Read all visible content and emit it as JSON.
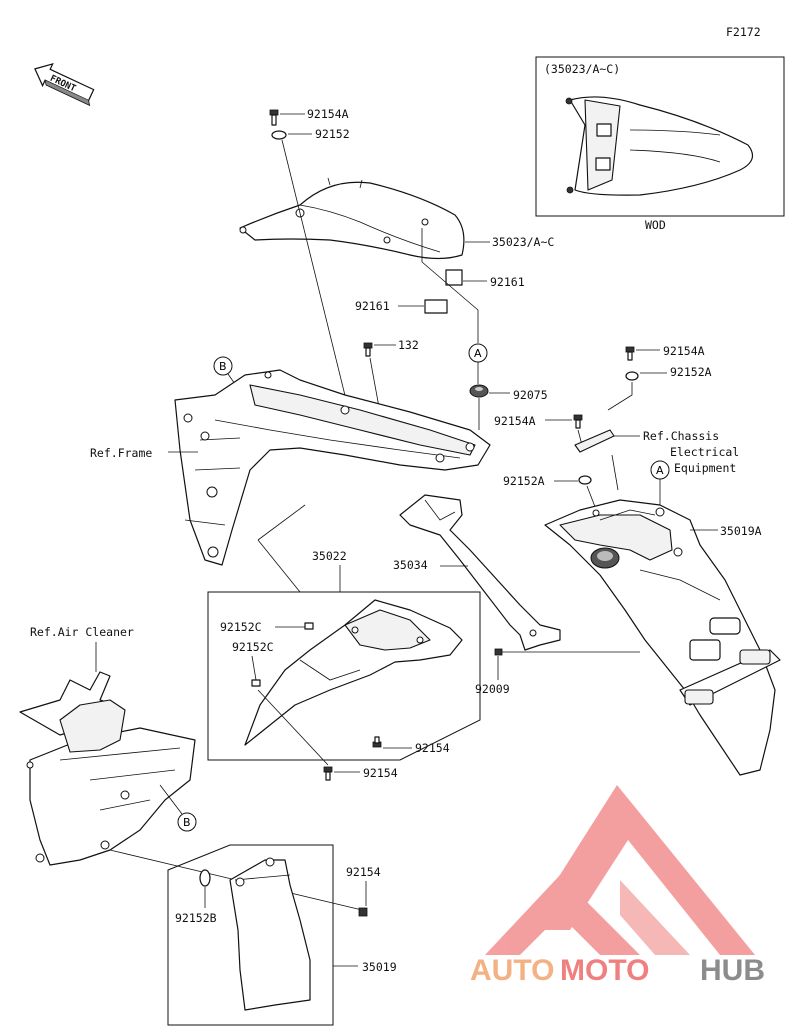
{
  "diagram_code": "F2172",
  "front_label": "FRONT",
  "inset": {
    "title": "(35023/A~C)",
    "caption": "WOD"
  },
  "callouts": {
    "p92154A_top": "92154A",
    "p92152_top": "92152",
    "p35023": "35023/A~C",
    "p92161_a": "92161",
    "p92161_b": "92161",
    "p132": "132",
    "p92075": "92075",
    "p92154A_right": "92154A",
    "p92152A_right": "92152A",
    "p92154A_mid": "92154A",
    "p92152A_mid": "92152A",
    "p35019A": "35019A",
    "p35034": "35034",
    "p35022": "35022",
    "p92152C_a": "92152C",
    "p92152C_b": "92152C",
    "p92154_a": "92154",
    "p92154_b": "92154",
    "p92009": "92009",
    "p92154_c": "92154",
    "p92152B": "92152B",
    "p35019": "35019"
  },
  "references": {
    "frame": "Ref.Frame",
    "air_cleaner": "Ref.Air Cleaner",
    "chassis_line1": "Ref.Chassis",
    "chassis_line2": "Electrical",
    "chassis_line3": "Equipment"
  },
  "markers": {
    "A_top": "A",
    "A_right": "A",
    "B_top": "B",
    "B_left": "B"
  },
  "watermark": {
    "part1": "AUTO",
    "part2": "MOTO",
    "part3": "HUB",
    "colors": {
      "auto": "#F4B183",
      "moto": "#F08080",
      "hub": "#8C8C8C",
      "logo": "#F08080"
    }
  }
}
